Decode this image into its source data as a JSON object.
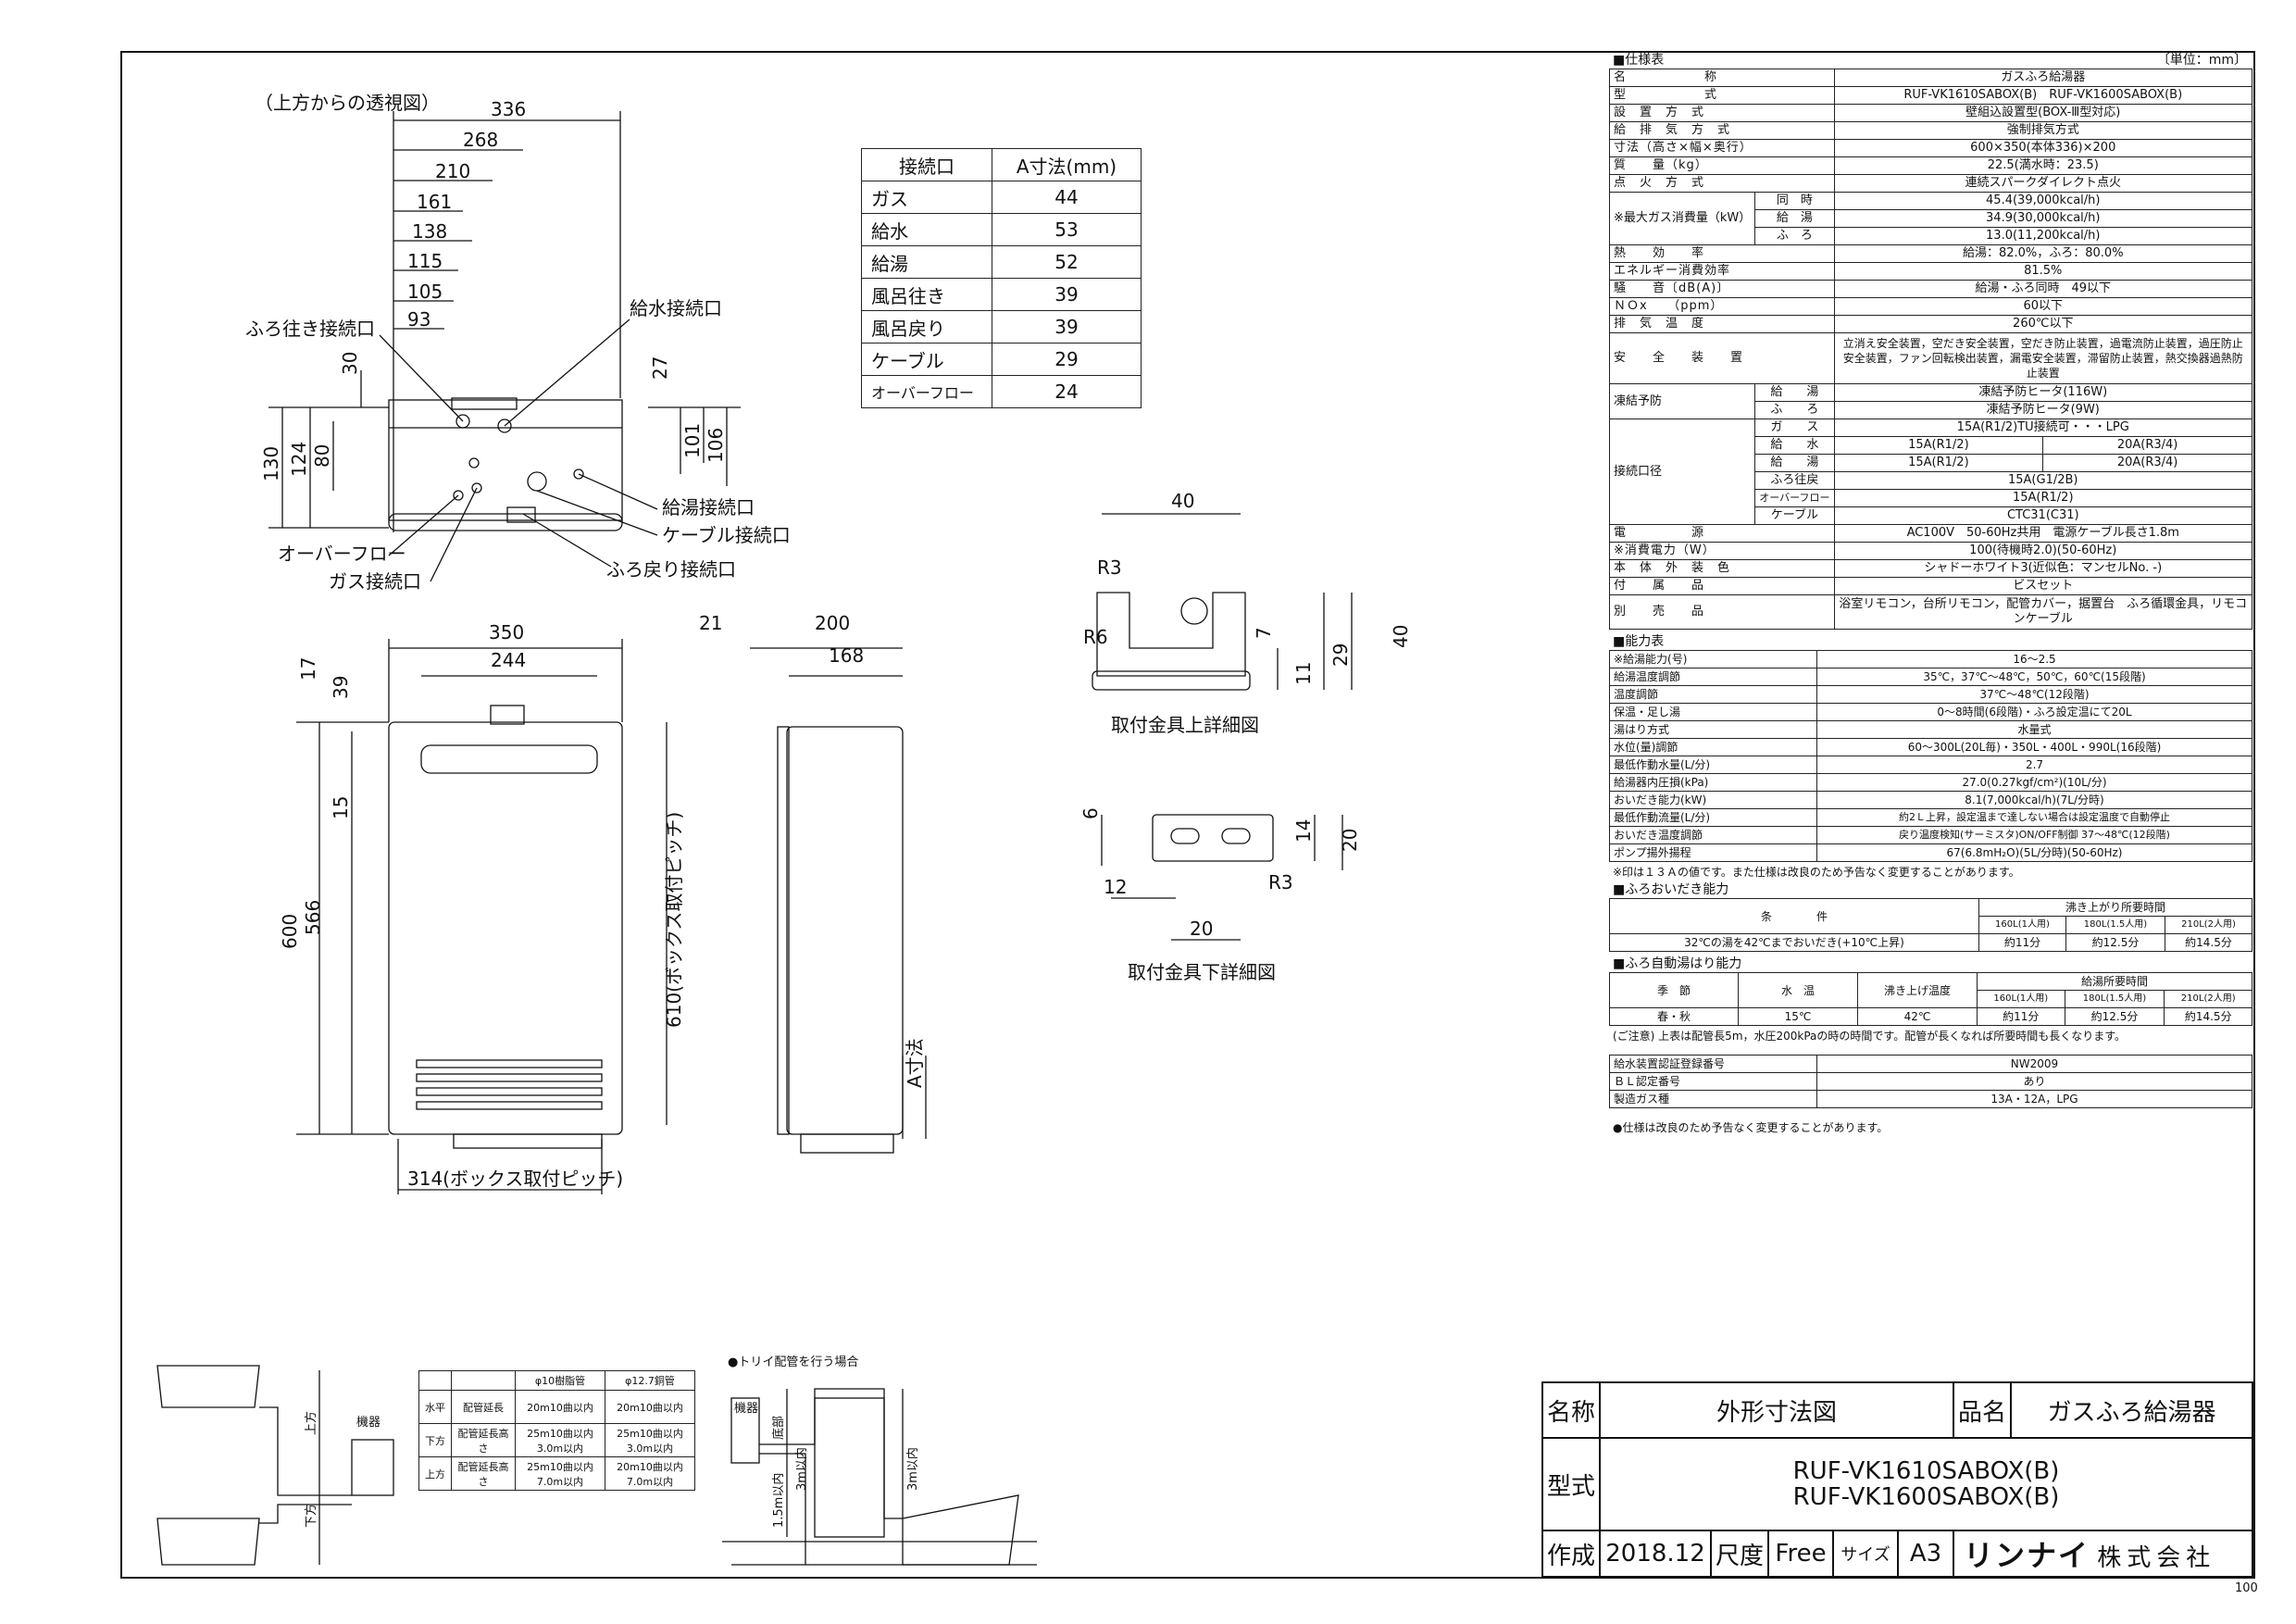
{
  "drawing": {
    "top_view_title": "（上方からの透視図）",
    "dims_top": [
      "336",
      "268",
      "210",
      "161",
      "138",
      "115",
      "105",
      "93"
    ],
    "dims_left": [
      "130",
      "124",
      "80",
      "30"
    ],
    "dims_right": [
      "27",
      "101",
      "106"
    ],
    "labels": {
      "furo_iki": "ふろ往き接続口",
      "kyusui": "給水接続口",
      "kyuto": "給湯接続口",
      "cable": "ケーブル接続口",
      "overflow": "オーバーフロー",
      "gas": "ガス接続口",
      "furo_modori": "ふろ戻り接続口"
    },
    "front": {
      "w350": "350",
      "w244": "244",
      "h17": "17",
      "h39": "39",
      "h15": "15",
      "h600": "600",
      "h566": "566",
      "pitch610": "610(ボックス取付ピッチ)",
      "pitch314": "314(ボックス取付ピッチ)"
    },
    "side": {
      "d21": "21",
      "d200": "200",
      "d168": "168",
      "a_dim": "A寸法"
    },
    "bracket_top": {
      "w40": "40",
      "r3": "R3",
      "r6": "R6",
      "h7": "7",
      "h11": "11",
      "h29": "29",
      "h40": "40",
      "caption": "取付金具上詳細図"
    },
    "bracket_bottom": {
      "h6": "6",
      "w12": "12",
      "w20": "20",
      "h14": "14",
      "h20": "20",
      "r3": "R3",
      "caption": "取付金具下詳細図"
    }
  },
  "connection_table": {
    "headers": [
      "接続口",
      "A寸法(mm)"
    ],
    "rows": [
      [
        "ガス",
        "44"
      ],
      [
        "給水",
        "53"
      ],
      [
        "給湯",
        "52"
      ],
      [
        "風呂往き",
        "39"
      ],
      [
        "風呂戻り",
        "39"
      ],
      [
        "ケーブル",
        "29"
      ],
      [
        "オーバーフロー",
        "24"
      ]
    ]
  },
  "spec": {
    "title": "■仕様表",
    "unit": "〔単位：mm〕",
    "rows": [
      [
        "名　　　　　　称",
        "ガスふろ給湯器"
      ],
      [
        "型　　　　　　式",
        "RUF-VK1610SABOX(B)　RUF-VK1600SABOX(B)"
      ],
      [
        "設　置　方　式",
        "壁組込設置型(BOX-Ⅲ型対応)"
      ],
      [
        "給　排　気　方　式",
        "強制排気方式"
      ],
      [
        "寸法（高さ×幅×奥行）",
        "600×350(本体336)×200"
      ],
      [
        "質　　量（kg）",
        "22.5(満水時：23.5)"
      ],
      [
        "点　火　方　式",
        "連続スパークダイレクト点火"
      ]
    ],
    "gas_consumption_label": "※最大ガス消費量（kW）",
    "gas_consumption": [
      [
        "同　時",
        "45.4(39,000kcal/h)"
      ],
      [
        "給　湯",
        "34.9(30,000kcal/h)"
      ],
      [
        "ふ　ろ",
        "13.0(11,200kcal/h)"
      ]
    ],
    "rows2": [
      [
        "熱　　効　　率",
        "給湯：82.0%，ふろ：80.0%"
      ],
      [
        "エネルギー消費効率",
        "81.5%"
      ],
      [
        "騒　　音〔dB(A)〕",
        "給湯・ふろ同時　49以下"
      ],
      [
        "ＮＯx　　（ppm）",
        "60以下"
      ],
      [
        "排　気　温　度",
        "260℃以下"
      ]
    ],
    "safety_label": "安　　全　　装　　置",
    "safety": "立消え安全装置，空だき安全装置，空だき防止装置，過電流防止装置，過圧防止安全装置，ファン回転検出装置，漏電安全装置，滞留防止装置，熱交換器過熱防止装置",
    "freeze_label": "凍結予防",
    "freeze": [
      [
        "給　　湯",
        "凍結予防ヒータ(116W)"
      ],
      [
        "ふ　　ろ",
        "凍結予防ヒータ(9W)"
      ]
    ],
    "conn_label": "接続口径",
    "conn": [
      [
        "ガ　　ス",
        "15A(R1/2)TU接続可・・・LPG",
        ""
      ],
      [
        "給　　水",
        "15A(R1/2)",
        "20A(R3/4)"
      ],
      [
        "給　　湯",
        "15A(R1/2)",
        "20A(R3/4)"
      ],
      [
        "ふろ往戻",
        "15A(G1/2B)",
        ""
      ],
      [
        "オーバーフロー",
        "15A(R1/2)",
        ""
      ],
      [
        "ケーブル",
        "CTC31(C31)",
        ""
      ]
    ],
    "rows3": [
      [
        "電　　　　　源",
        "AC100V　50-60Hz共用　電源ケーブル長さ1.8m"
      ],
      [
        "※消費電力（W）",
        "100(待機時2.0)(50-60Hz)"
      ],
      [
        "本　体　外　装　色",
        "シャドーホワイト3(近似色：マンセルNo. -)"
      ],
      [
        "付　　属　　品",
        "ビスセット"
      ],
      [
        "別　　売　　品",
        "浴室リモコン，台所リモコン，配管カバー，据置台　ふろ循環金具，リモコンケーブル"
      ]
    ]
  },
  "capacity": {
    "title": "■能力表",
    "rows": [
      [
        "※給湯能力(号)",
        "16～2.5"
      ],
      [
        "給湯温度調節",
        "35℃，37℃～48℃，50℃，60℃(15段階)"
      ],
      [
        "温度調節",
        "37℃～48℃(12段階)"
      ],
      [
        "保温・足し湯",
        "0～8時間(6段階)・ふろ設定温にて20L"
      ],
      [
        "湯はり方式",
        "水量式"
      ],
      [
        "水位(量)調節",
        "60～300L(20L毎)・350L・400L・990L(16段階)"
      ],
      [
        "最低作動水量(L/分)",
        "2.7"
      ],
      [
        "給湯器内圧損(kPa)",
        "27.0(0.27kgf/cm²)(10L/分)"
      ],
      [
        "おいだき能力(kW)",
        "8.1(7,000kcal/h)(7L/分時)"
      ],
      [
        "最低作動流量(L/分)",
        "約2Ｌ上昇，設定温まで達しない場合は設定温度で自動停止"
      ],
      [
        "おいだき温度調節",
        "戻り温度検知(サーミスタ)ON/OFF制御 37～48℃(12段階)"
      ],
      [
        "ポンプ揚外揚程",
        "67(6.8mH₂O)(5L/分時)(50-60Hz)"
      ]
    ],
    "note": "※印は１３Ａの値です。また仕様は改良のため予告なく変更することがあります。"
  },
  "reheat": {
    "title": "■ふろおいだき能力",
    "head1": "条　　　　件",
    "head2": "沸き上がり所要時間",
    "cols": [
      "160L(1人用)",
      "180L(1.5人用)",
      "210L(2人用)"
    ],
    "row": [
      "32℃の湯を42℃までおいだき(+10℃上昇)",
      "約11分",
      "約12.5分",
      "約14.5分"
    ]
  },
  "autofill": {
    "title": "■ふろ自動湯はり能力",
    "heads": [
      "季　節",
      "水　温",
      "沸き上げ温度",
      "給湯所要時間"
    ],
    "cols": [
      "160L(1人用)",
      "180L(1.5人用)",
      "210L(2人用)"
    ],
    "row": [
      "春・秋",
      "15℃",
      "42℃",
      "約11分",
      "約12.5分",
      "約14.5分"
    ],
    "note": "(ご注意) 上表は配管長5m，水圧200kPaの時の時間です。配管が長くなれば所要時間も長くなります。"
  },
  "cert": [
    [
      "給水装置認証登録番号",
      "NW2009"
    ],
    [
      "ＢＬ認定番号",
      "あり"
    ],
    [
      "製造ガス種",
      "13A・12A，LPG"
    ]
  ],
  "final_note": "●仕様は改良のため予告なく変更することがあります。",
  "pipe": {
    "headers": [
      "",
      "",
      "φ10樹脂管",
      "φ12.7銅管"
    ],
    "rows": [
      [
        "水平",
        "配管延長",
        "20m10曲以内",
        "20m10曲以内"
      ],
      [
        "下方",
        "配管延長高さ",
        "25m10曲以内 3.0m以内",
        "25m10曲以内 3.0m以内"
      ],
      [
        "上方",
        "配管延長高さ",
        "25m10曲以内 7.0m以内",
        "20m10曲以内 7.0m以内"
      ]
    ],
    "trap_title": "●トリイ配管を行う場合",
    "label_kiki": "機器",
    "label_up": "上方",
    "label_down": "下方",
    "label_bottom": "底部",
    "label_3m": "3m以内",
    "label_15m": "1.5m以内"
  },
  "titleblock": {
    "name_label": "名称",
    "name": "外形寸法図",
    "product_label": "品名",
    "product": "ガスふろ給湯器",
    "model_label": "型式",
    "model1": "RUF-VK1610SABOX(B)",
    "model2": "RUF-VK1600SABOX(B)",
    "made_label": "作成",
    "date": "2018.12",
    "scale_label": "尺度",
    "scale": "Free",
    "size_label": "サイズ",
    "size": "A3",
    "company_logo": "リンナイ",
    "company_suffix": "株式会社"
  },
  "page_number": "100"
}
